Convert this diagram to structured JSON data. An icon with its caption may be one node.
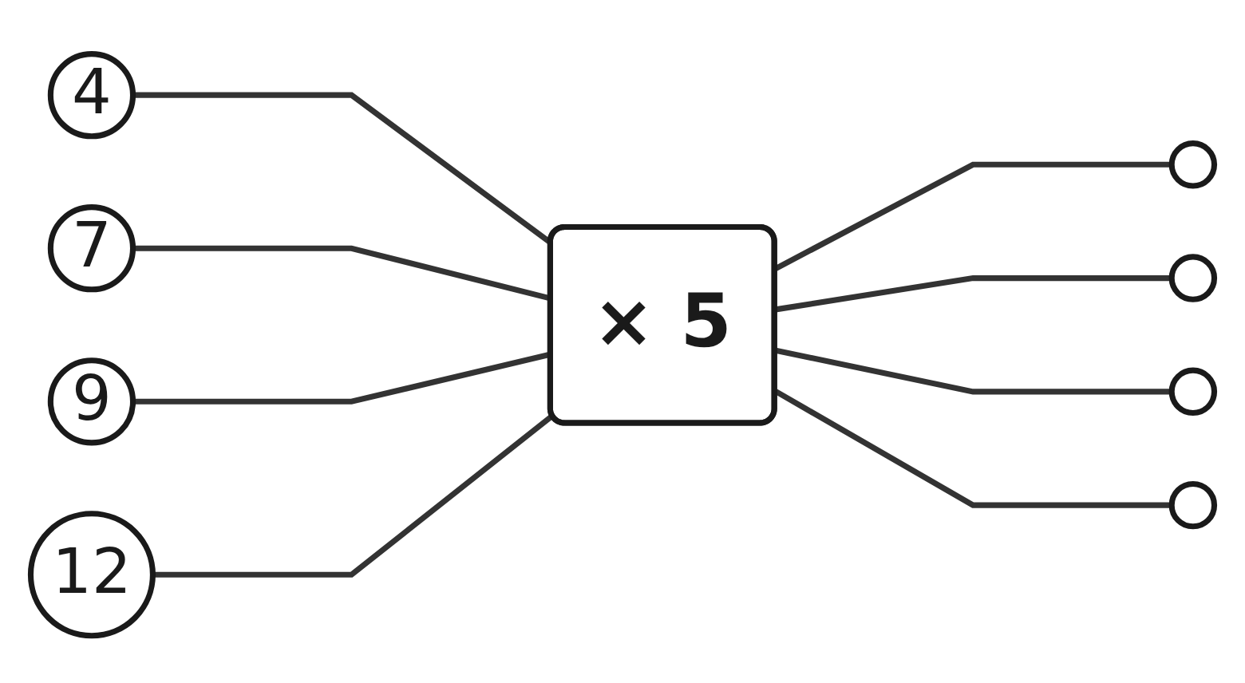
{
  "diagram": {
    "nodes": [
      {
        "text": [
          "4"
        ]
      },
      {
        "text": [
          "7"
        ]
      },
      {
        "text": [
          "9"
        ]
      },
      {
        "text": [
          "12"
        ]
      },
      {
        "text": [
          "× 5"
        ]
      },
      {
        "text": [],
        "shape": "circle"
      },
      {
        "text": [],
        "shape": "circle"
      },
      {
        "text": [],
        "shape": "circle"
      },
      {
        "text": [],
        "shape": "circle"
      }
    ],
    "edges": [
      {
        "from": 0,
        "to": 4,
        "arrow": "none"
      },
      {
        "from": 1,
        "to": 4,
        "arrow": "none"
      },
      {
        "from": 2,
        "to": 4,
        "arrow": "none"
      },
      {
        "from": 3,
        "to": 4,
        "arrow": "none"
      },
      {
        "from": 4,
        "to": 5,
        "arrow": "none"
      },
      {
        "from": 4,
        "to": 6,
        "arrow": "none"
      },
      {
        "from": 4,
        "to": 7,
        "arrow": "none"
      },
      {
        "from": 4,
        "to": 8,
        "arrow": "none"
      }
    ]
  }
}
